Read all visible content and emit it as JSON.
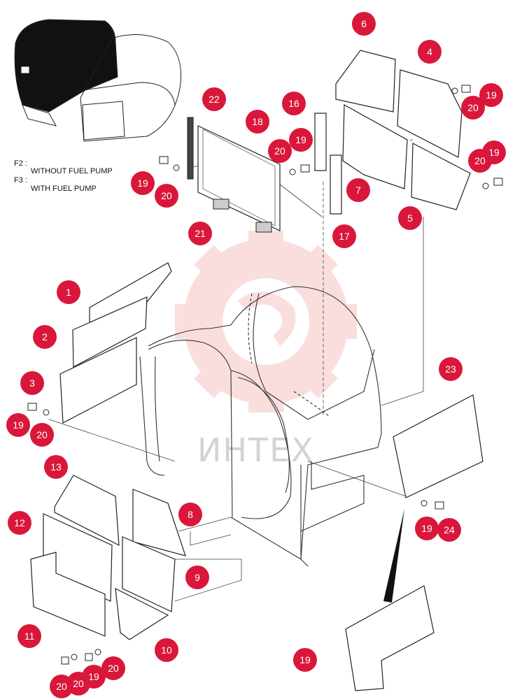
{
  "notes": [
    {
      "code": "F2 :",
      "text": "WITHOUT FUEL PUMP"
    },
    {
      "code": "F3 :",
      "text": "WITH FUEL PUMP"
    }
  ],
  "watermark": {
    "text": "ИНТЕХ",
    "color": "#f08a8a"
  },
  "callout_color": "#d9173a",
  "callouts": [
    "6",
    "4",
    "19",
    "20",
    "22",
    "16",
    "18",
    "19",
    "20",
    "19",
    "20",
    "19",
    "20",
    "7",
    "5",
    "21",
    "17",
    "1",
    "2",
    "3",
    "19",
    "20",
    "23",
    "13",
    "12",
    "8",
    "9",
    "11",
    "10",
    "20",
    "19",
    "24",
    "19",
    "20",
    "19",
    "20"
  ]
}
